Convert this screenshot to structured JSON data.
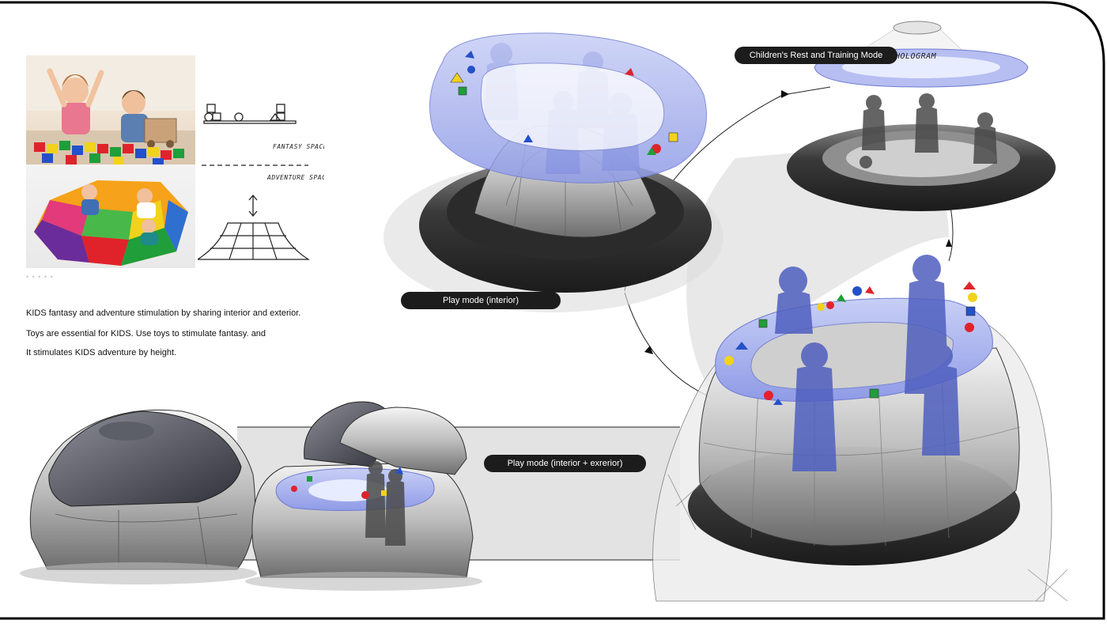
{
  "sketch": {
    "fantasy_space": "FANTASY SPACE",
    "adventure_space": "ADVENTURE SPACE",
    "hologram": "HOLOGRAM"
  },
  "labels": {
    "rest_mode": "Children's Rest and Training Mode",
    "play_interior": "Play mode (interior)",
    "play_interior_exterior": "Play mode (interior + exrerior)"
  },
  "description": {
    "line1": "KIDS fantasy and adventure stimulation by sharing interior and exterior.",
    "line2": "Toys are essential for KIDS. Use toys to stimulate fantasy. and",
    "line3": "It stimulates KIDS adventure by height."
  },
  "colors": {
    "frame": "#000000",
    "pill_bg": "#1c1c1c",
    "ring_blue": "#a9b4ef",
    "silhouette": "#4f5fbf",
    "body_grey": "#8c8c8c",
    "dark_grey": "#3d3d3d",
    "toy_red": "#e0232b",
    "toy_yellow": "#f2d21b",
    "toy_green": "#1f9e3a",
    "toy_blue": "#2450c9"
  }
}
